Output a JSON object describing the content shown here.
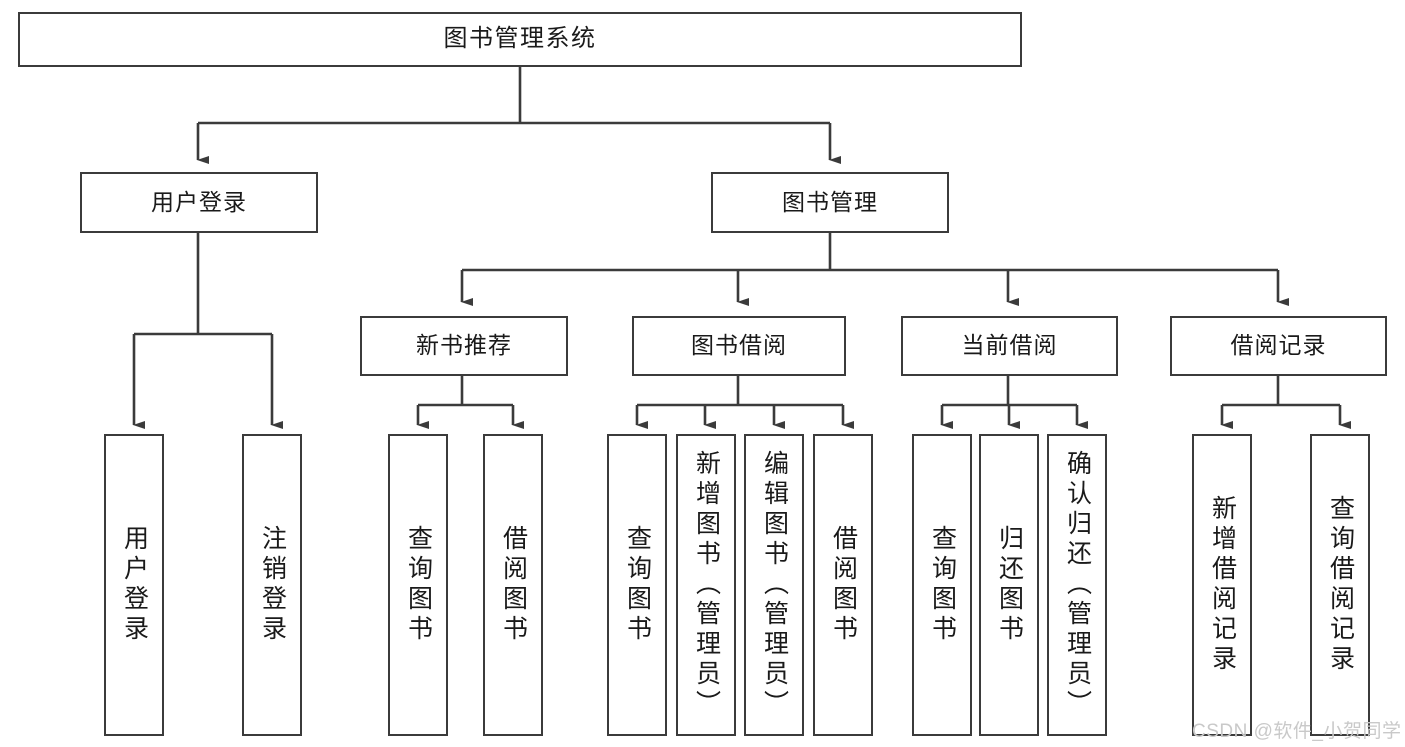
{
  "diagram": {
    "title": "图书管理系统",
    "watermark": "CSDN @软件_小贺同学",
    "line_color": "#3b3b3b",
    "box_fill": "#ffffff",
    "text_color": "#1a1a1a",
    "watermark_color": "#c9c9c9",
    "levels": {
      "root": {
        "label": "图书管理系统"
      },
      "level2": [
        {
          "label": "用户登录"
        },
        {
          "label": "图书管理"
        }
      ],
      "level3": [
        {
          "label": "新书推荐"
        },
        {
          "label": "图书借阅"
        },
        {
          "label": "当前借阅"
        },
        {
          "label": "借阅记录"
        }
      ],
      "leaves": {
        "user_login": [
          {
            "label": "用户登录"
          },
          {
            "label": "注销登录"
          }
        ],
        "new_book_recommend": [
          {
            "label": "查询图书"
          },
          {
            "label": "借阅图书"
          }
        ],
        "book_borrow": [
          {
            "label": "查询图书"
          },
          {
            "label": "新增图书（管理员）"
          },
          {
            "label": "编辑图书（管理员）"
          },
          {
            "label": "借阅图书"
          }
        ],
        "current_borrow": [
          {
            "label": "查询图书"
          },
          {
            "label": "归还图书"
          },
          {
            "label": "确认归还（管理员）"
          }
        ],
        "borrow_record": [
          {
            "label": "新增借阅记录"
          },
          {
            "label": "查询借阅记录"
          }
        ]
      }
    }
  }
}
